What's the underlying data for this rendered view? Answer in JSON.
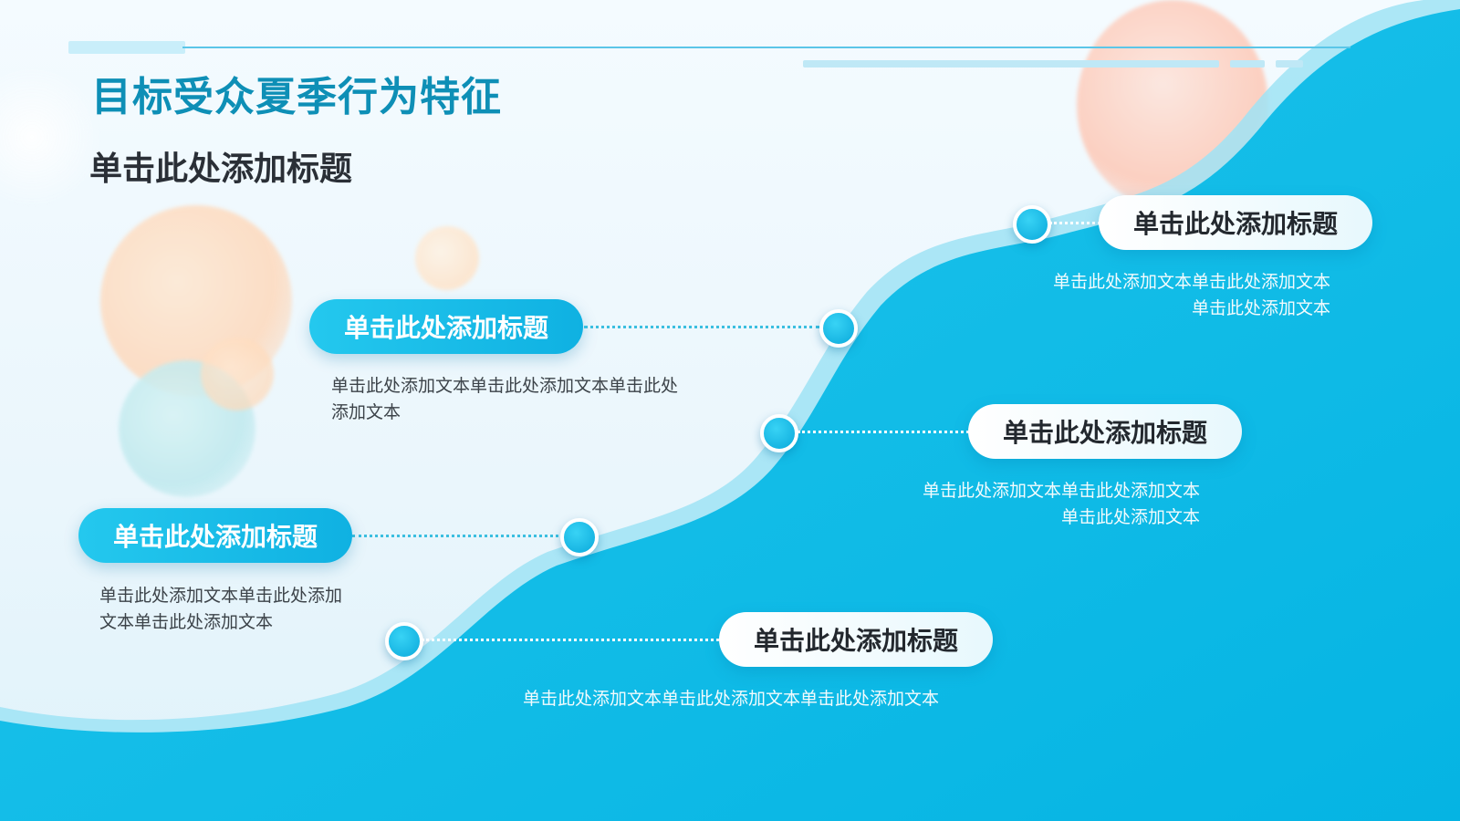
{
  "header": {
    "title": "目标受众夏季行为特征",
    "subtitle": "单击此处添加标题"
  },
  "steps": [
    {
      "label": "单击此处添加标题",
      "text_line1": "单击此处添加文本单击此处添加",
      "text_line2": "文本单击此处添加文本"
    },
    {
      "label": "单击此处添加标题",
      "text_line1": "单击此处添加文本单击此处添加文本单击此处添加文本",
      "text_line2": ""
    },
    {
      "label": "单击此处添加标题",
      "text_line1": "单击此处添加文本单击此处添加文本单击此处",
      "text_line2": "添加文本"
    },
    {
      "label": "单击此处添加标题",
      "text_line1": "单击此处添加文本单击此处添加文本",
      "text_line2": "单击此处添加文本"
    },
    {
      "label": "单击此处添加标题",
      "text_line1": "单击此处添加文本单击此处添加文本",
      "text_line2": "单击此处添加文本"
    }
  ],
  "colors": {
    "accent": "#0fb1e2",
    "title": "#0e8fb6",
    "dark_text": "#2a2f36",
    "wave": "#12bde6"
  }
}
